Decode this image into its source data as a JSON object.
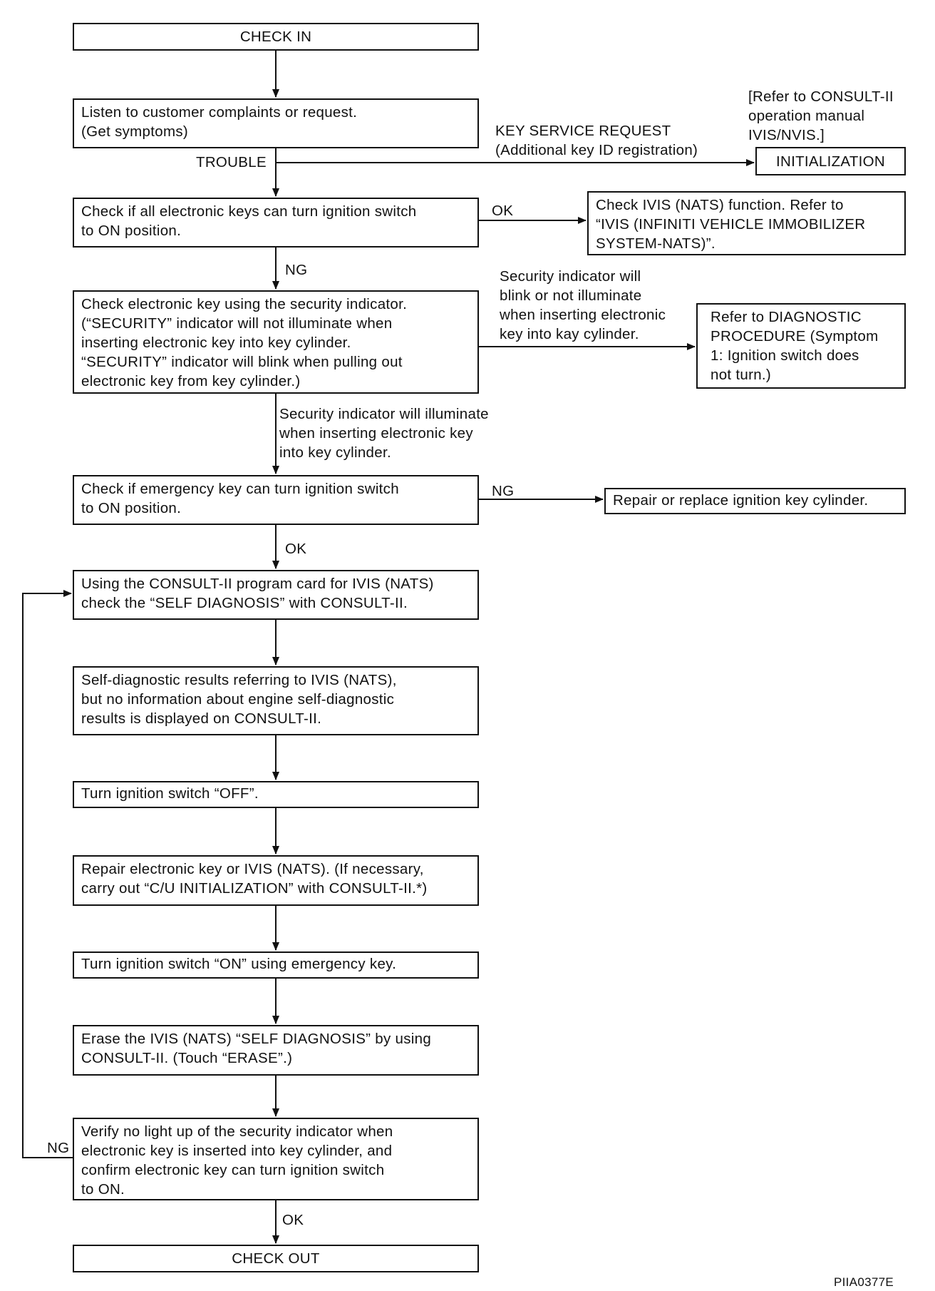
{
  "boxes": {
    "check_in": "CHECK IN",
    "listen": "Listen to customer complaints or request.\n(Get symptoms)",
    "initialization": "INITIALIZATION",
    "check_keys": "Check if all electronic keys can turn ignition switch\nto ON position.",
    "check_ivis": "Check IVIS (NATS) function. Refer to\n“IVIS (INFINITI VEHICLE IMMOBILIZER\nSYSTEM-NATS)”.",
    "check_security": "Check electronic key using the security indicator.\n(“SECURITY” indicator will not illuminate when\ninserting electronic key into key cylinder.\n“SECURITY” indicator will blink when pulling out\nelectronic key from key cylinder.)",
    "refer_diag": "Refer to DIAGNOSTIC\nPROCEDURE (Symptom\n1: Ignition switch does\nnot turn.)",
    "check_emergency": "Check if emergency key can turn ignition switch\nto ON position.",
    "repair_cylinder": "Repair or replace ignition key cylinder.",
    "consult": "Using the CONSULT-II program card for IVIS (NATS)\ncheck the “SELF DIAGNOSIS” with CONSULT-II.",
    "self_diag": "Self-diagnostic results referring to IVIS (NATS),\nbut no information about engine self-diagnostic\nresults is displayed on CONSULT-II.",
    "turn_off": "Turn ignition switch “OFF”.",
    "repair_key": "Repair electronic key or IVIS (NATS). (If necessary,\ncarry out “C/U INITIALIZATION” with CONSULT-II.*)",
    "turn_on": "Turn ignition switch “ON” using emergency key.",
    "erase": "Erase the IVIS (NATS) “SELF DIAGNOSIS” by using\nCONSULT-II. (Touch “ERASE”.)",
    "verify": "Verify no light up of the security indicator when\nelectronic key is inserted into key cylinder, and\nconfirm electronic key can turn ignition switch\nto ON.",
    "check_out": "CHECK OUT"
  },
  "labels": {
    "refer_consult": "[Refer to CONSULT-II\noperation manual\nIVIS/NVIS.]",
    "key_service": "KEY SERVICE REQUEST\n(Additional key ID registration)",
    "trouble": "TROUBLE",
    "ok_1": "OK",
    "ng_1": "NG",
    "blink_note": "Security indicator will\nblink or not illuminate\nwhen inserting electronic\nkey into kay cylinder.",
    "illuminate_note": "Security indicator will illuminate\nwhen inserting electronic key\ninto key cylinder.",
    "ng_2": "NG",
    "ok_2": "OK",
    "ng_loop": "NG",
    "ok_3": "OK",
    "figure_id": "PIIA0377E"
  }
}
